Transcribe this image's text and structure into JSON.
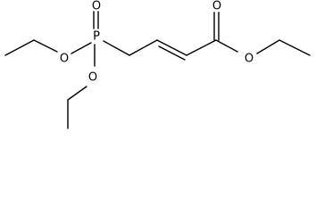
{
  "molecule": {
    "atoms": {
      "P": "P",
      "O_phosphoryl": "O",
      "O_ester_upper": "O",
      "O_ester_lower": "O",
      "O_carbonyl": "O",
      "O_ester_right": "O"
    }
  }
}
